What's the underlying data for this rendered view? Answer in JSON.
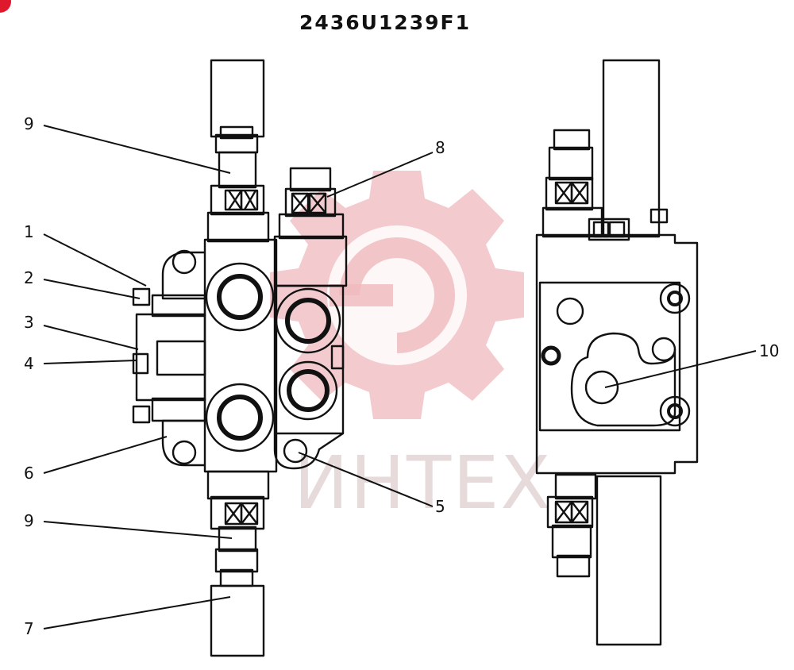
{
  "title": "2436U1239F1",
  "watermark": {
    "text": "ИНТЕХ",
    "color": "#e8b4b8"
  },
  "accent_color": "#e0182b",
  "callouts": [
    {
      "id": "9a",
      "label": "9"
    },
    {
      "id": "8",
      "label": "8"
    },
    {
      "id": "1",
      "label": "1"
    },
    {
      "id": "2",
      "label": "2"
    },
    {
      "id": "3",
      "label": "3"
    },
    {
      "id": "4",
      "label": "4"
    },
    {
      "id": "10",
      "label": "10"
    },
    {
      "id": "6",
      "label": "6"
    },
    {
      "id": "5",
      "label": "5"
    },
    {
      "id": "9b",
      "label": "9"
    },
    {
      "id": "7",
      "label": "7"
    }
  ]
}
